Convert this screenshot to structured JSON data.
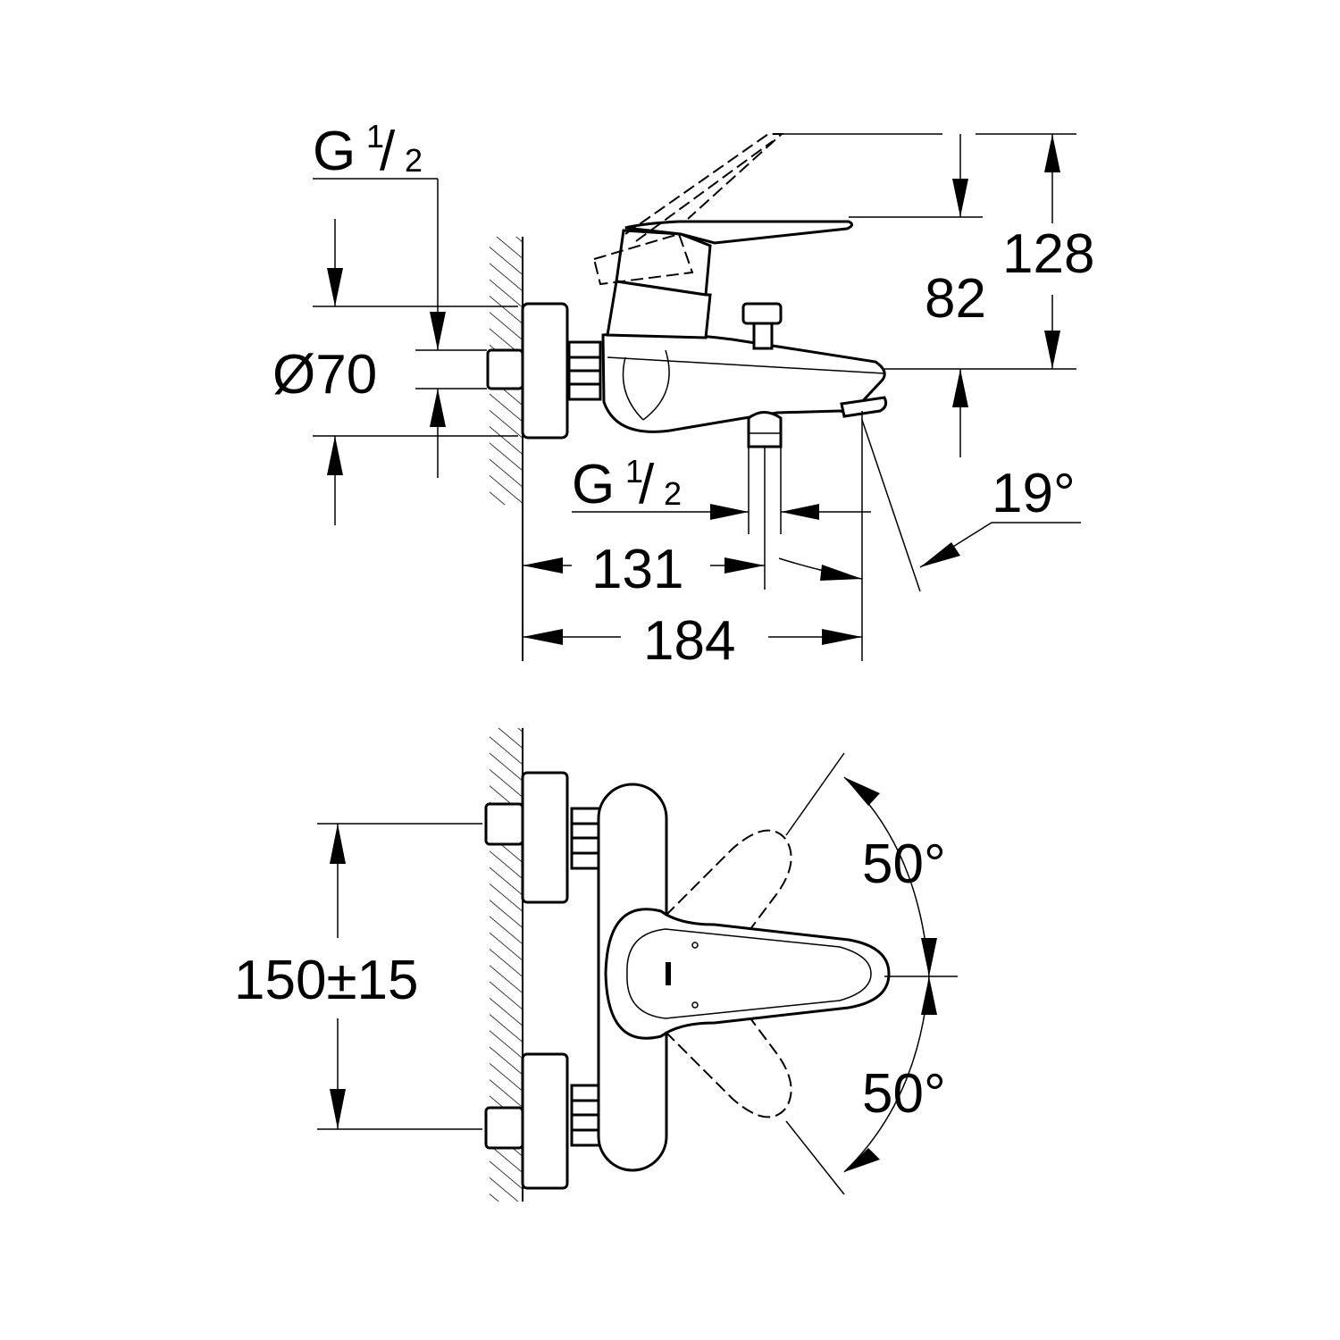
{
  "side_view": {
    "thread_top": {
      "main": "G",
      "num": "1",
      "slash": "/",
      "den": "2"
    },
    "diameter": "Ø70",
    "height_82": "82",
    "height_128": "128",
    "thread_bottom": {
      "main": "G",
      "num": "1",
      "slash": "/",
      "den": "2"
    },
    "angle": "19°",
    "length_131": "131",
    "length_184": "184"
  },
  "top_view": {
    "spacing": "150±15",
    "angle_up": "50°",
    "angle_down": "50°"
  }
}
